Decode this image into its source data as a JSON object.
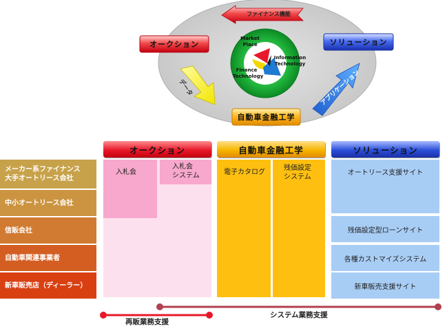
{
  "cycle": {
    "finance_label": "ファイナンス機能",
    "auction_label": "オークション",
    "solution_label": "ソリューション",
    "data_label": "データ",
    "application_label": "アプリケーション",
    "engineering_label": "自動車金融工学",
    "market_place": "Market Place",
    "finance_technology": "Finance Technology",
    "information_technology": "Information Technology"
  },
  "table": {
    "headers": [
      "オークション",
      "自動車金融工学",
      "ソリューション"
    ],
    "rows": [
      "メーカー系ファイナンス\n大手オートリース会社",
      "中小オートリース会社",
      "信販会社",
      "自動車関連事業者",
      "新車販売店（ディーラー）"
    ],
    "auction_cells": [
      "入札会",
      "入札会\nシステム"
    ],
    "engineering_cells": [
      "電子カタログ",
      "残価設定\nシステム"
    ],
    "solution_cells": [
      "オートリース支援サイト",
      "残価設定型ローンサイト",
      "各種カストマイズシステム",
      "新車販売支援サイト"
    ]
  },
  "timeline": {
    "resale_support": "再販業務支援",
    "system_support": "システム業務支援"
  },
  "colors": {
    "auction_red": "#e8182a",
    "engineering_orange": "#f7b500",
    "solution_blue": "#2b4fd8",
    "side_top": "#c8a24a",
    "side_bottom": "#d84012"
  }
}
